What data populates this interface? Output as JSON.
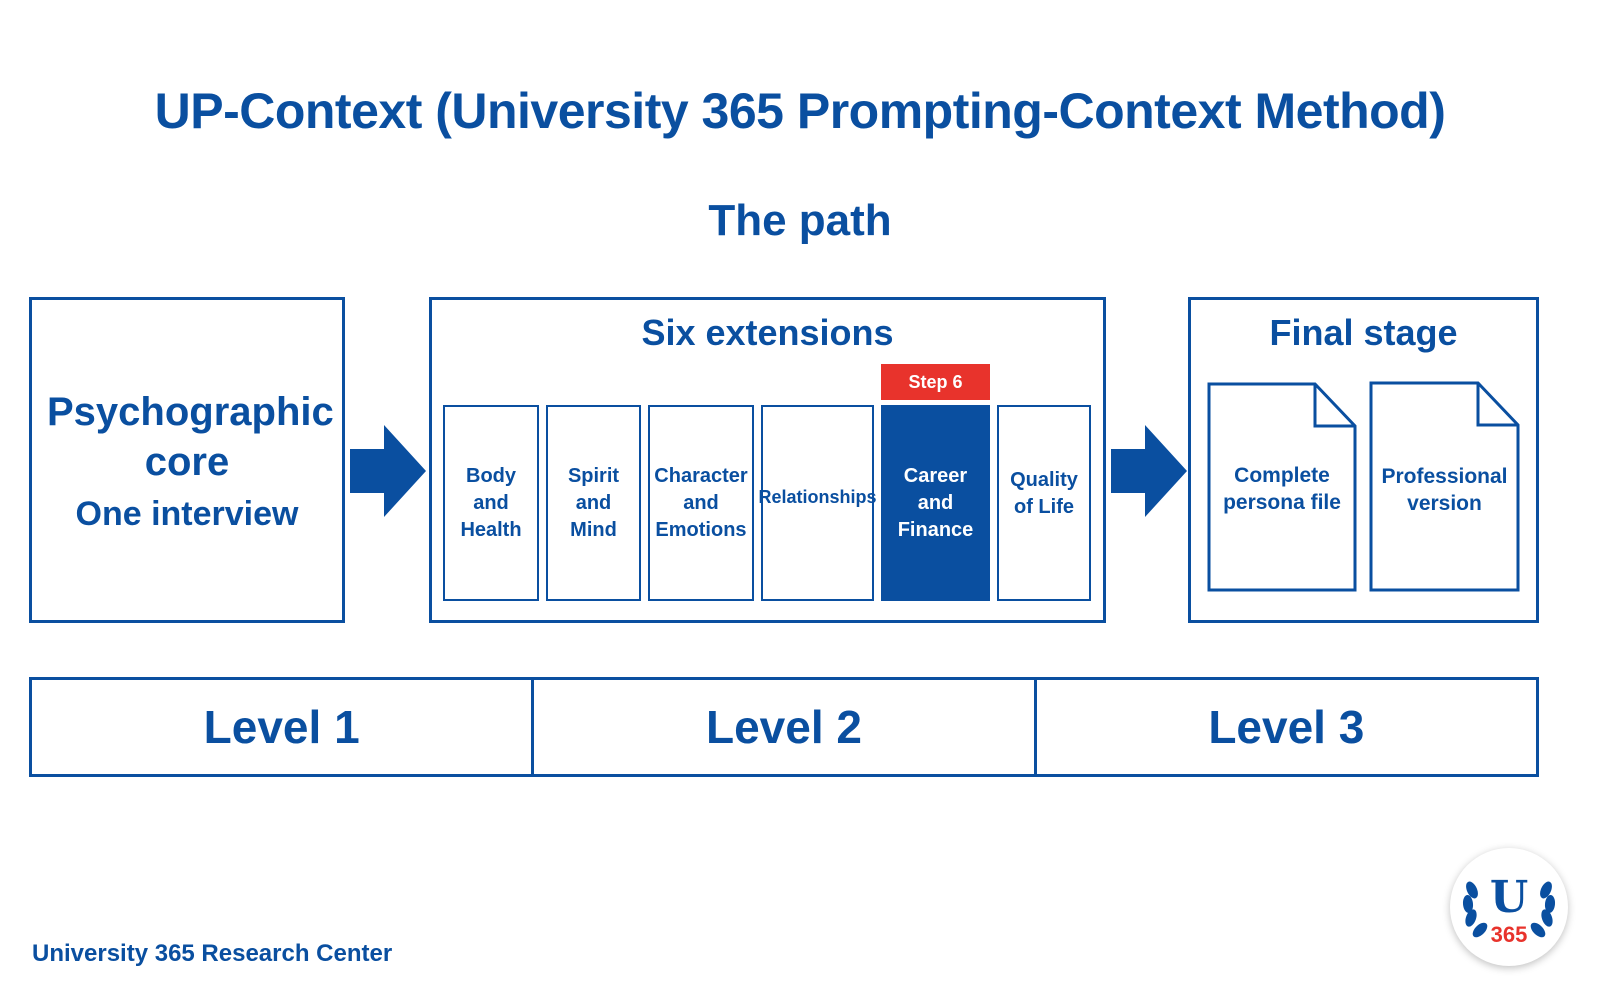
{
  "title": "UP-Context (University 365 Prompting-Context Method)",
  "subtitle": "The path",
  "core": {
    "title": "Psychographic core",
    "subtitle": "One interview"
  },
  "extensions": {
    "title": "Six extensions",
    "badge": "Step 6",
    "items": [
      {
        "label": "Body\nand\nHealth"
      },
      {
        "label": "Spirit\nand\nMind"
      },
      {
        "label": "Character\nand\nEmotions"
      },
      {
        "label": "Relationships"
      },
      {
        "label": "Career\nand\nFinance",
        "active": true
      },
      {
        "label": "Quality\nof Life"
      }
    ]
  },
  "final": {
    "title": "Final stage",
    "docs": [
      {
        "label": "Complete\npersona file"
      },
      {
        "label": "Professional\nversion"
      }
    ]
  },
  "levels": [
    "Level 1",
    "Level 2",
    "Level 3"
  ],
  "footer": "University 365 Research Center",
  "logo": {
    "letter": "U",
    "number": "365"
  },
  "colors": {
    "primary": "#0a4fa0",
    "accent": "#e8332c",
    "background": "#ffffff"
  }
}
